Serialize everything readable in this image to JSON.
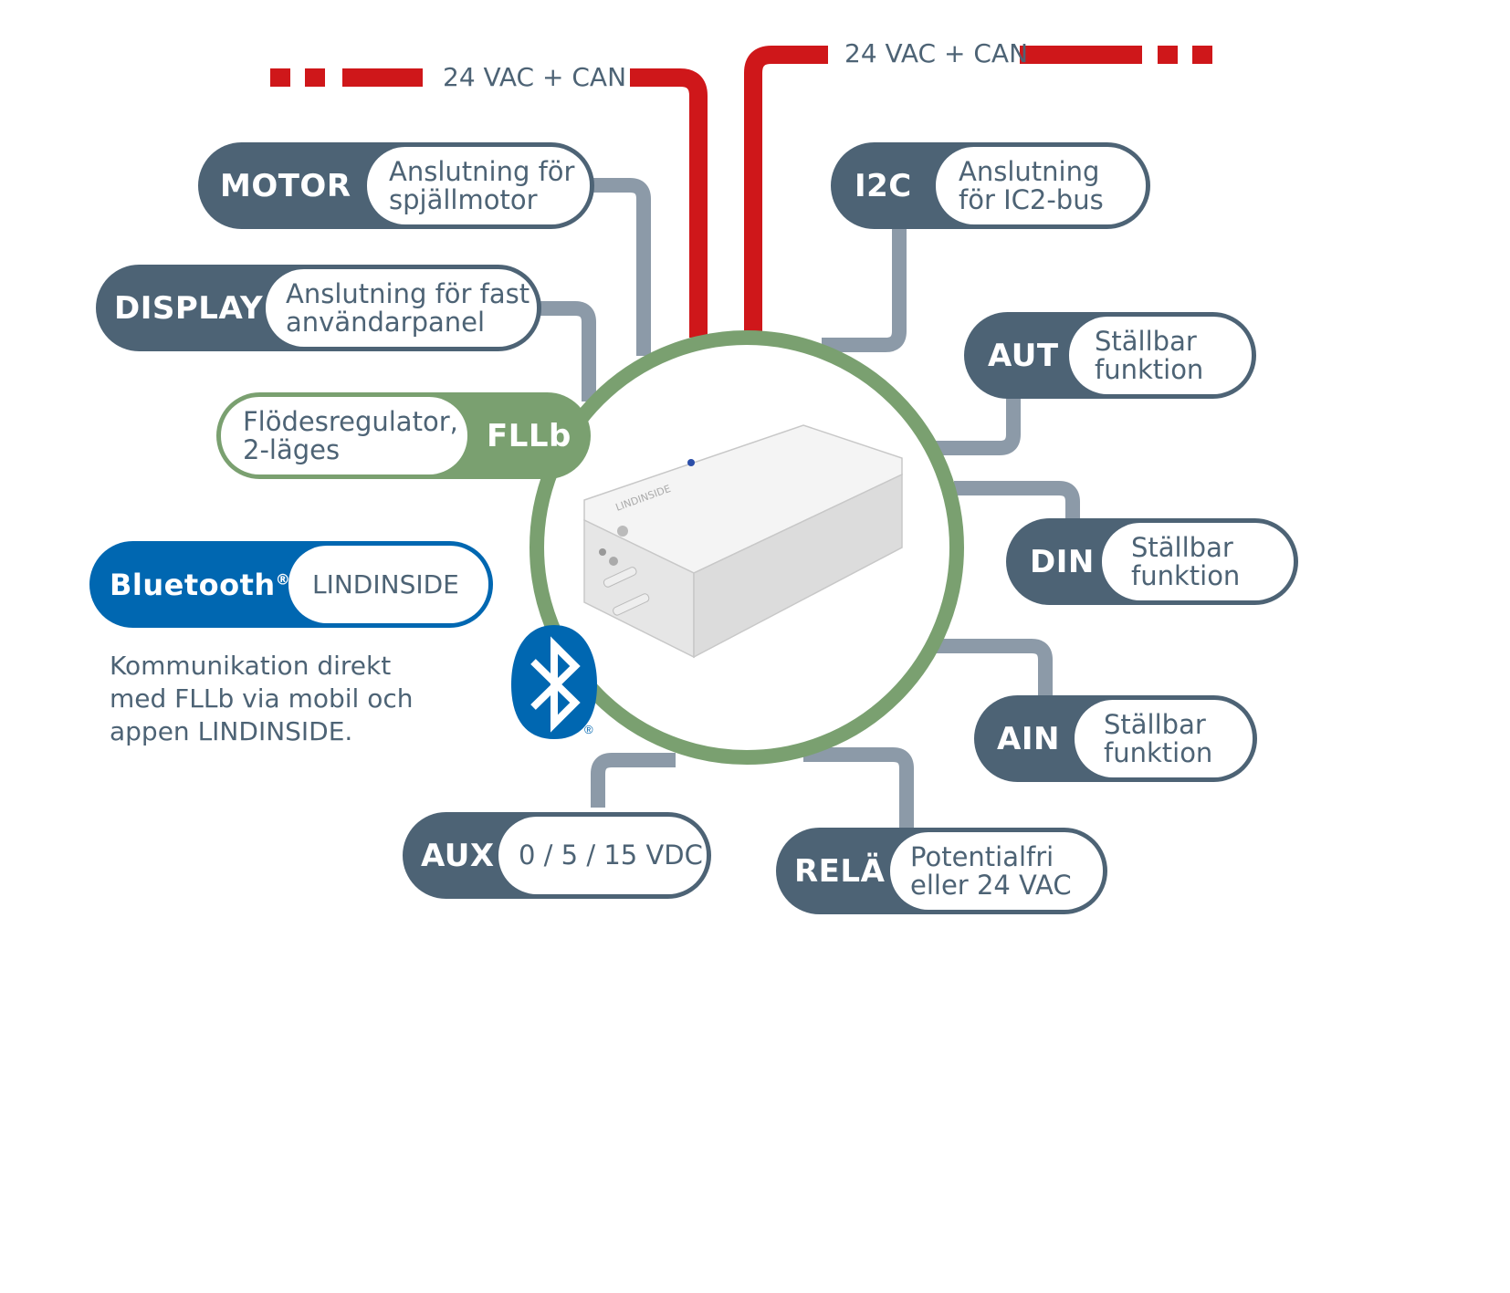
{
  "colors": {
    "power_line": "#cf171a",
    "connector_line": "#8c9aa8",
    "label_dark": "#4d6375",
    "device_ring": "#7aa070",
    "bluetooth_blue": "#0067b1",
    "text_gray": "#4d6375"
  },
  "power": {
    "left_label": "24 VAC + CAN",
    "right_label": "24 VAC + CAN"
  },
  "device": {
    "name": "FLLb",
    "description_lines": [
      "Flödesregulator,",
      "2-läges"
    ],
    "image": "fllb-controller-unit"
  },
  "connectors": [
    {
      "id": "motor",
      "tag": "MOTOR",
      "lines": [
        "Anslutning för",
        "spjällmotor"
      ]
    },
    {
      "id": "display",
      "tag": "DISPLAY",
      "lines": [
        "Anslutning för fast",
        "användarpanel"
      ]
    },
    {
      "id": "i2c",
      "tag": "I2C",
      "lines": [
        "Anslutning",
        "för IC2-bus"
      ]
    },
    {
      "id": "aut",
      "tag": "AUT",
      "lines": [
        "Ställbar",
        "funktion"
      ]
    },
    {
      "id": "din",
      "tag": "DIN",
      "lines": [
        "Ställbar",
        "funktion"
      ]
    },
    {
      "id": "ain",
      "tag": "AIN",
      "lines": [
        "Ställbar",
        "funktion"
      ]
    },
    {
      "id": "aux",
      "tag": "AUX",
      "lines": [
        "0 / 5 / 15 VDC"
      ]
    },
    {
      "id": "rela",
      "tag": "RELÄ",
      "lines": [
        "Potentialfri",
        "eller 24 VAC"
      ]
    }
  ],
  "bluetooth": {
    "tag": "Bluetooth",
    "registered": "®",
    "app": "LINDINSIDE",
    "description_lines": [
      "Kommunikation direkt",
      "med FLLb via mobil och",
      "appen LINDINSIDE."
    ],
    "logo_registered": "®"
  }
}
